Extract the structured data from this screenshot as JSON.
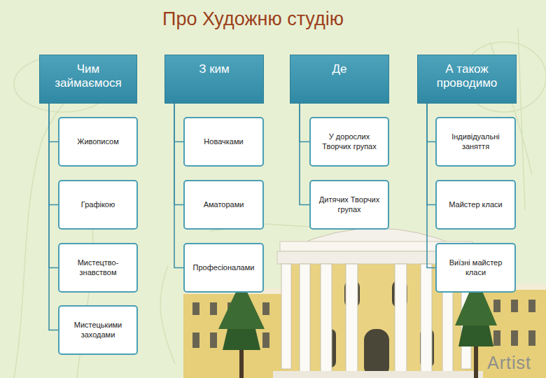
{
  "diagram": {
    "title": "Про Художню студію",
    "nodes": [
      {
        "text": [
          "Чим займаємося"
        ]
      },
      {
        "text": [
          "Живописом"
        ]
      },
      {
        "text": [
          "Графікою"
        ]
      },
      {
        "text": [
          "Мистецтво- знавством"
        ]
      },
      {
        "text": [
          "Мистецькими заходами"
        ]
      },
      {
        "text": [
          "З ким"
        ]
      },
      {
        "text": [
          "Новачками"
        ]
      },
      {
        "text": [
          "Аматорами"
        ]
      },
      {
        "text": [
          "Професіоналами"
        ]
      },
      {
        "text": [
          "Де"
        ]
      },
      {
        "text": [
          "У дорослих Творчих групах"
        ]
      },
      {
        "text": [
          "Дитячих Творчих групах"
        ]
      },
      {
        "text": [
          "А також проводимо"
        ]
      },
      {
        "text": [
          "Індивідуальні заняття"
        ]
      },
      {
        "text": [
          "Майстер класи"
        ]
      },
      {
        "text": [
          "Виїзні майстер класи"
        ]
      }
    ],
    "edges": [
      {
        "from": 0,
        "to": 1,
        "arrow": "none"
      },
      {
        "from": 0,
        "to": 2,
        "arrow": "none"
      },
      {
        "from": 0,
        "to": 3,
        "arrow": "none"
      },
      {
        "from": 0,
        "to": 4,
        "arrow": "none"
      },
      {
        "from": 5,
        "to": 6,
        "arrow": "none"
      },
      {
        "from": 5,
        "to": 7,
        "arrow": "none"
      },
      {
        "from": 5,
        "to": 8,
        "arrow": "none"
      },
      {
        "from": 9,
        "to": 10,
        "arrow": "none"
      },
      {
        "from": 9,
        "to": 11,
        "arrow": "none"
      },
      {
        "from": 12,
        "to": 13,
        "arrow": "none"
      },
      {
        "from": 12,
        "to": 14,
        "arrow": "none"
      },
      {
        "from": 12,
        "to": 15,
        "arrow": "none"
      }
    ],
    "labels": [
      "Artist"
    ]
  }
}
